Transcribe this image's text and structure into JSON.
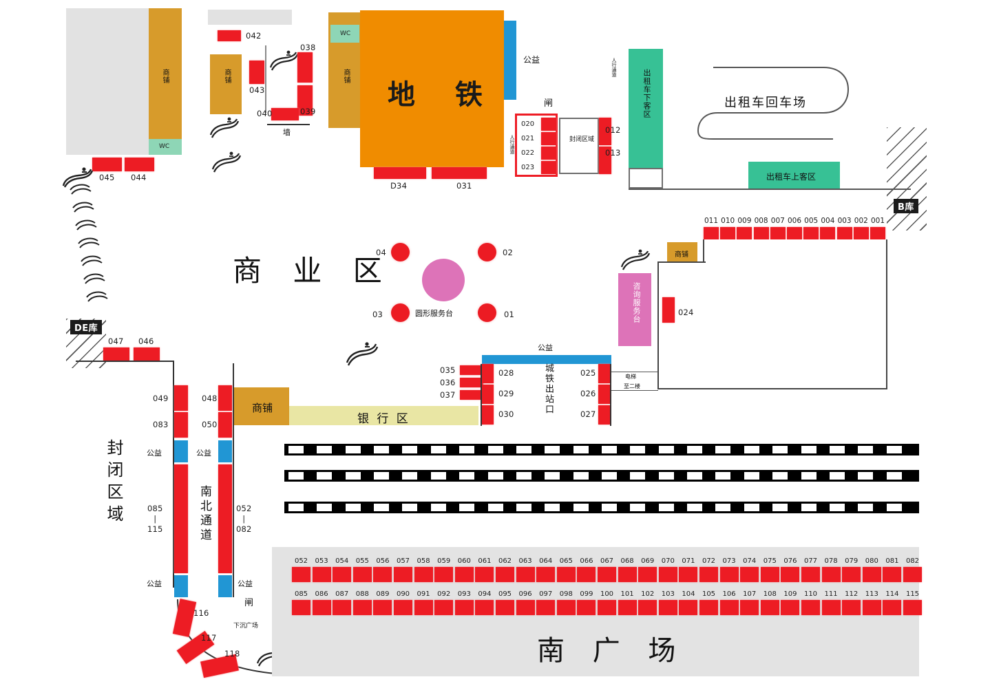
{
  "map": {
    "title_metro": "地 铁",
    "title_commercial": "商 业 区",
    "title_south_plaza": "南 广 场",
    "title_closed_left": "封闭区域",
    "title_corridor": "南北通道"
  },
  "zones": {
    "shop_left": "商铺",
    "shop_left2": "商铺",
    "shop_mid": "商铺",
    "shop_bank_left": "商铺",
    "shop_right": "商铺",
    "wc_left": "WC",
    "wc_metro": "WC",
    "public_metro": "公益",
    "public_exit": "公益",
    "public_a": "公益",
    "public_b": "公益",
    "public_c": "公益",
    "public_d": "公益",
    "taxi_dropoff": "出租车下客区",
    "taxi_return": "出租车回车场",
    "taxi_pickup": "出租车上客区",
    "info_desk_side": "咨询服务台",
    "info_desk_circle": "圆形服务台",
    "closed_area_box": "封闭区域",
    "bank_zone": "银 行 区",
    "rail_exit": "城铁出站口",
    "elevator": "电梯",
    "elevator_sub": "至二楼",
    "pedestrian_1": "人行通道",
    "pedestrian_2": "人行通道",
    "wall_label": "墙",
    "gate_1": "闸",
    "gate_2": "闸",
    "sunken_plaza": "下沉广场"
  },
  "tags": {
    "b_ku": "B库",
    "de_ku": "DE库"
  },
  "stalls": {
    "top_left": [
      "045",
      "044"
    ],
    "top_mid_042": "042",
    "top_mid_043": "043",
    "top_mid_040": "040",
    "top_mid_038": "038",
    "top_mid_039": "039",
    "metro_bottom": [
      "D34",
      "031"
    ],
    "gate_column": [
      "020",
      "021",
      "022",
      "023"
    ],
    "closed_right": [
      "012",
      "013"
    ],
    "north_row": [
      "011",
      "010",
      "009",
      "008",
      "007",
      "006",
      "005",
      "004",
      "003",
      "002",
      "001"
    ],
    "right_024": "024",
    "left_047_046": [
      "047",
      "046"
    ],
    "corridor_left": [
      "049",
      "083",
      "085\n|\n115"
    ],
    "corridor_right": [
      "048",
      "050",
      "052\n|\n082"
    ],
    "corridor_left_labels": [
      "049",
      "083",
      "085",
      "115"
    ],
    "exit_left": [
      "035",
      "036",
      "037"
    ],
    "exit_mid": [
      "028",
      "029",
      "030"
    ],
    "exit_right": [
      "025",
      "026",
      "027"
    ],
    "ramp": [
      "116",
      "117",
      "118"
    ],
    "circle_dots": [
      "04",
      "02",
      "03",
      "01"
    ],
    "plaza_row1": [
      "052",
      "053",
      "054",
      "055",
      "056",
      "057",
      "058",
      "059",
      "060",
      "061",
      "062",
      "063",
      "064",
      "065",
      "066",
      "067",
      "068",
      "069",
      "070",
      "071",
      "072",
      "073",
      "074",
      "075",
      "076",
      "077",
      "078",
      "079",
      "080",
      "081",
      "082"
    ],
    "plaza_row2": [
      "085",
      "086",
      "087",
      "088",
      "089",
      "090",
      "091",
      "092",
      "093",
      "094",
      "095",
      "096",
      "097",
      "098",
      "099",
      "100",
      "101",
      "102",
      "103",
      "104",
      "105",
      "106",
      "107",
      "108",
      "109",
      "110",
      "111",
      "112",
      "113",
      "114",
      "115"
    ]
  },
  "colors": {
    "stall_red": "#ed1c24",
    "shop_gold": "#d79b2b",
    "metro_orange": "#f08c00",
    "taxi_green": "#37c195",
    "public_blue": "#2196d4",
    "info_pink": "#e86ab4",
    "bank_yellow": "#e9e6a4",
    "plaza_grey": "#e3e3e3",
    "highlight_frame": "#ee1c25"
  }
}
